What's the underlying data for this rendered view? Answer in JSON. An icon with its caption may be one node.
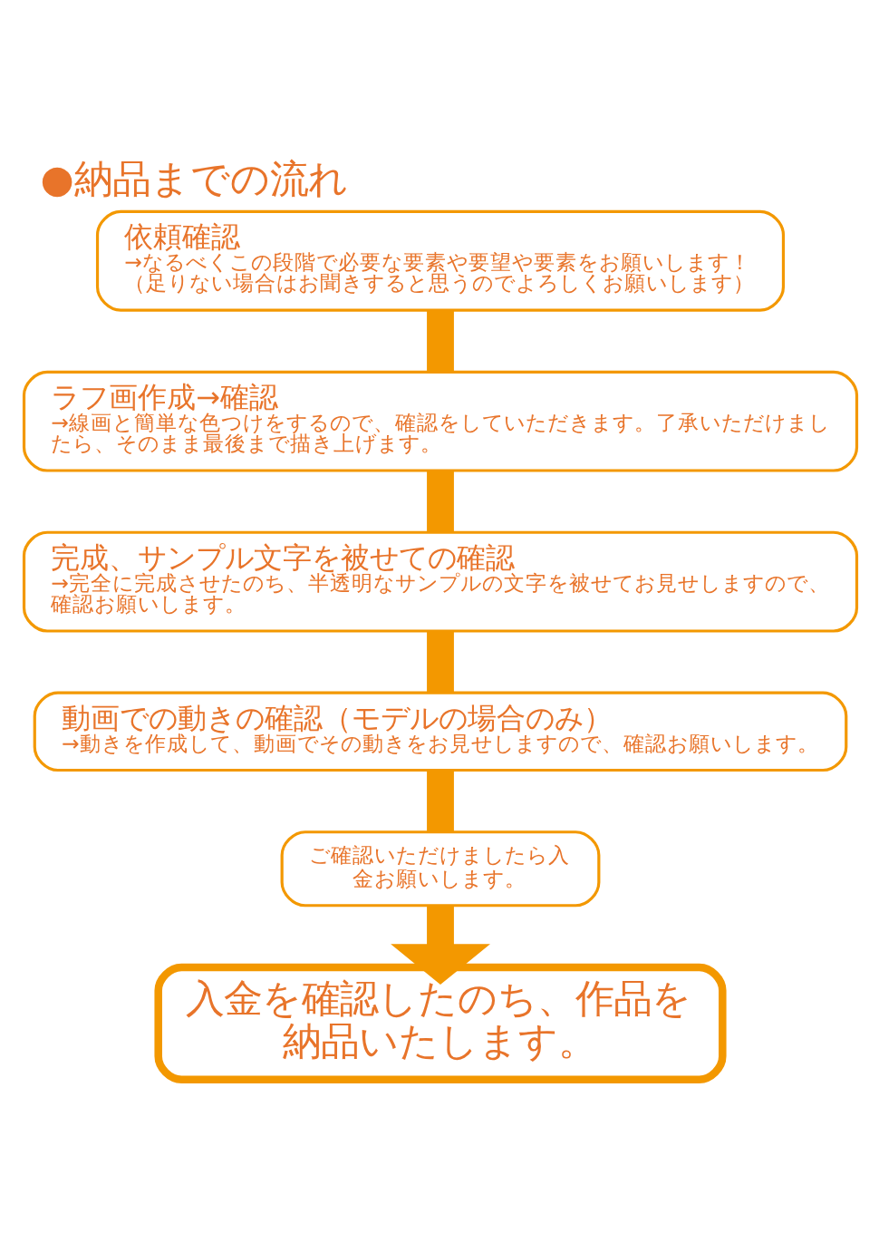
{
  "diagram": {
    "title": "●納品までの流れ",
    "nodes": [
      {
        "text": [
          "依頼確認",
          "→なるべくこの段階で必要な要素や要望や要素をお願いします！",
          "（足りない場合はお聞きすると思うのでよろしくお願いします）"
        ]
      },
      {
        "text": [
          "ラフ画作成→確認",
          "→線画と簡単な色つけをするので、確認をしていただきます。了承いただけましたら、そのまま最後まで描き上げます。"
        ]
      },
      {
        "text": [
          "完成、サンプル文字を被せての確認",
          "→完全に完成させたのち、半透明なサンプルの文字を被せてお見せしますので、確認お願いします。"
        ]
      },
      {
        "text": [
          "動画での動きの確認（モデルの場合のみ）",
          "→動きを作成して、動画でその動きをお見せしますので、確認お願いします。"
        ]
      },
      {
        "text": [
          "ご確認いただけましたら入金お願いします。"
        ]
      },
      {
        "text": [
          "入金を確認したのち、作品を納品いたします。"
        ]
      }
    ],
    "edges": [
      {
        "from": 0,
        "to": 1,
        "arrow": "none"
      },
      {
        "from": 1,
        "to": 2,
        "arrow": "none"
      },
      {
        "from": 2,
        "to": 3,
        "arrow": "none"
      },
      {
        "from": 3,
        "to": 4,
        "arrow": "none"
      },
      {
        "from": 4,
        "to": 5,
        "arrow": "to"
      }
    ]
  }
}
